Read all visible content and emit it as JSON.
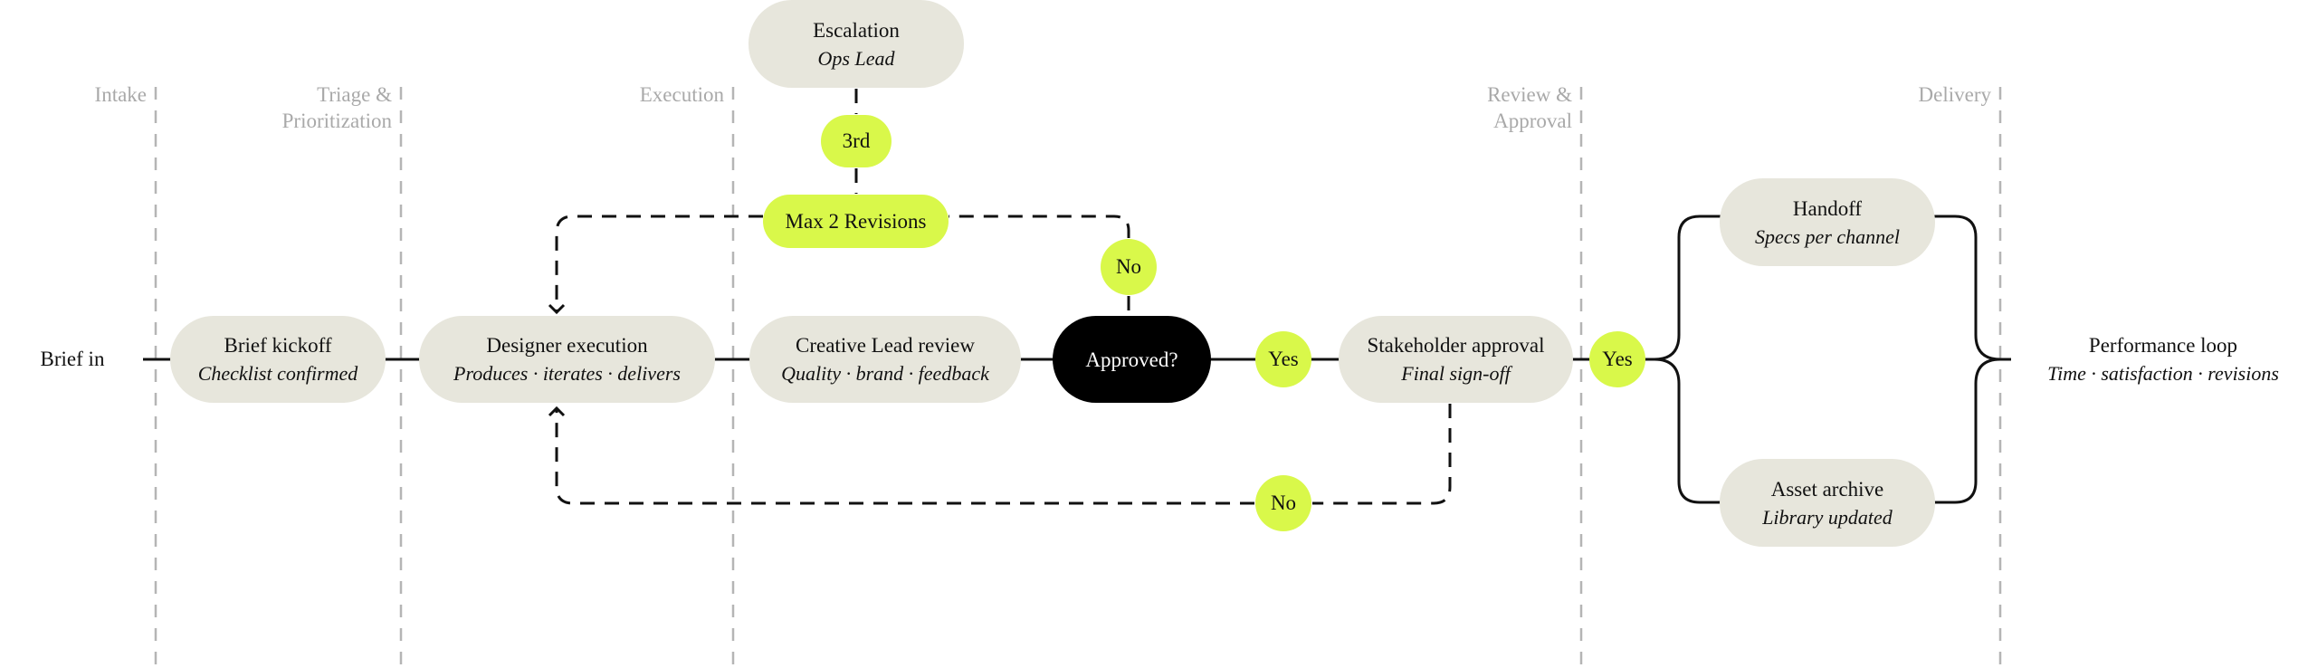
{
  "colors": {
    "node_fill": "#e7e6dc",
    "decision_fill": "#000000",
    "badge_fill": "#d9f84a",
    "lane_line": "#b5b5b5",
    "connector": "#111111"
  },
  "lanes": [
    {
      "label": "Intake"
    },
    {
      "label": "Triage &\nPrioritization"
    },
    {
      "label": "Execution"
    },
    {
      "label": "Review &\nApproval"
    },
    {
      "label": "Delivery"
    }
  ],
  "start": {
    "label": "Brief in"
  },
  "nodes": {
    "brief_kickoff": {
      "title": "Brief kickoff",
      "subtitle": "Checklist confirmed"
    },
    "designer_execution": {
      "title": "Designer execution",
      "subtitle": "Produces · iterates · delivers"
    },
    "creative_lead_review": {
      "title": "Creative Lead review",
      "subtitle": "Quality · brand · feedback"
    },
    "approved": {
      "title": "Approved?"
    },
    "stakeholder_approval": {
      "title": "Stakeholder approval",
      "subtitle": "Final sign-off"
    },
    "handoff": {
      "title": "Handoff",
      "subtitle": "Specs per channel"
    },
    "asset_archive": {
      "title": "Asset archive",
      "subtitle": "Library updated"
    },
    "escalation": {
      "title": "Escalation",
      "subtitle": "Ops Lead"
    }
  },
  "badges": {
    "yes_approved": "Yes",
    "yes_stakeholder": "Yes",
    "no_approved": "No",
    "no_stakeholder": "No",
    "max_revisions": "Max 2 Revisions",
    "third": "3rd"
  },
  "end": {
    "title": "Performance loop",
    "subtitle": "Time · satisfaction · revisions"
  }
}
